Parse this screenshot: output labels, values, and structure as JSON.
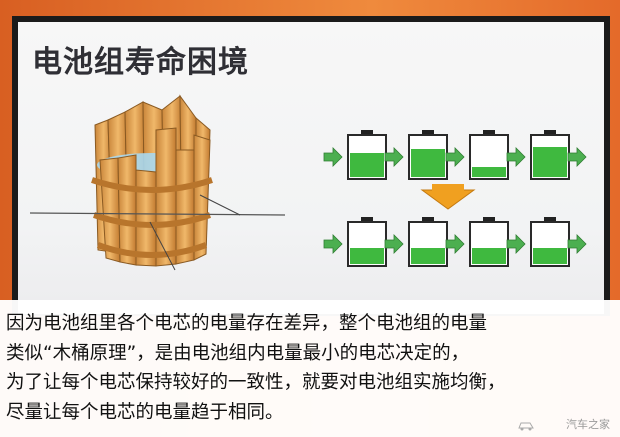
{
  "slide": {
    "title": "电池组寿命困境"
  },
  "battery_rows": {
    "top_levels": [
      0.6,
      0.7,
      0.25,
      0.75
    ],
    "bottom_levels": [
      0.4,
      0.4,
      0.4,
      0.4
    ]
  },
  "colors": {
    "battery_fill": "#3fb93f",
    "arrow": "#4caf50",
    "down_arrow": "#f0a020",
    "wood": "#d89a4a"
  },
  "caption": {
    "line1": "因为电池组里各个电芯的电量存在差异，整个电池组的电量",
    "line2": "类似“木桶原理”，是由电池组内电量最小的电芯决定的，",
    "line3": "为了让每个电芯保持较好的一致性，就要对电池组实施均衡，",
    "line4": "尽量让每个电芯的电量趋于相同。"
  },
  "watermark": {
    "text": "汽车之家"
  }
}
